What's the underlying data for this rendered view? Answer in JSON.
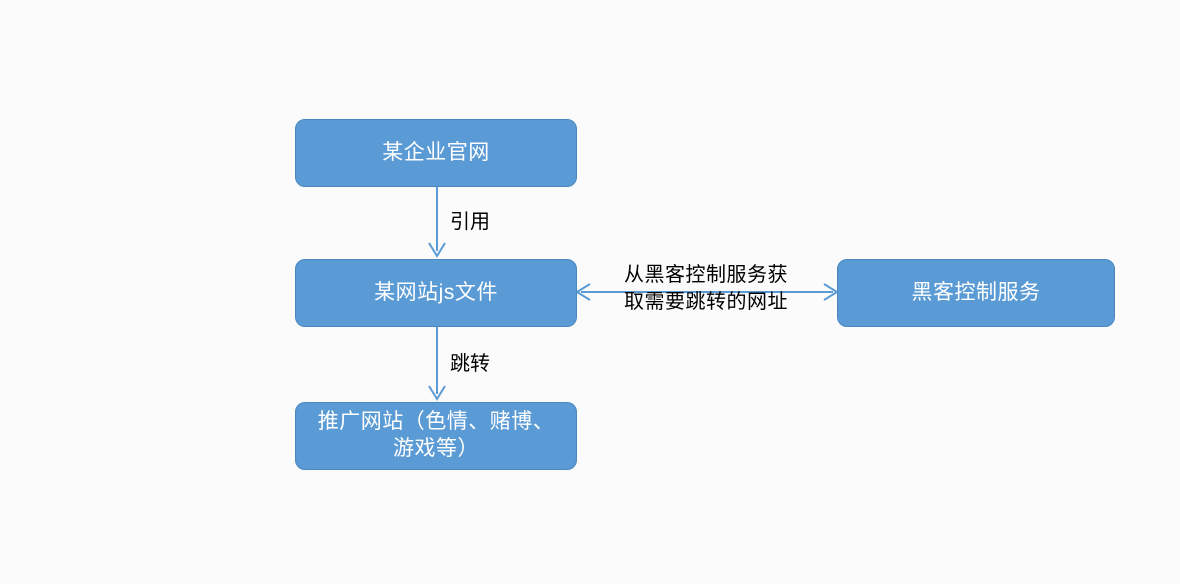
{
  "diagram": {
    "background_color": "#fbfbfb",
    "node_fill_color": "#5B9BD5",
    "node_border_color": "#4A87BE",
    "node_text_color": "#ffffff",
    "edge_color": "#5B9BD5",
    "edge_label_color": "#000000",
    "nodes": [
      {
        "id": "corp-site",
        "label": "某企业官网"
      },
      {
        "id": "js-file",
        "label": "某网站js文件"
      },
      {
        "id": "promo-site",
        "label": "推广网站（色情、赌博、\n游戏等）"
      },
      {
        "id": "hacker-svc",
        "label": "黑客控制服务"
      }
    ],
    "edges": [
      {
        "id": "reference",
        "from": "corp-site",
        "to": "js-file",
        "label": "引用",
        "direction": "down"
      },
      {
        "id": "redirect",
        "from": "js-file",
        "to": "promo-site",
        "label": "跳转",
        "direction": "down"
      },
      {
        "id": "fetch-url",
        "from": "js-file",
        "to": "hacker-svc",
        "label": "从黑客控制服务获\n取需要跳转的网址",
        "direction": "both"
      }
    ]
  }
}
